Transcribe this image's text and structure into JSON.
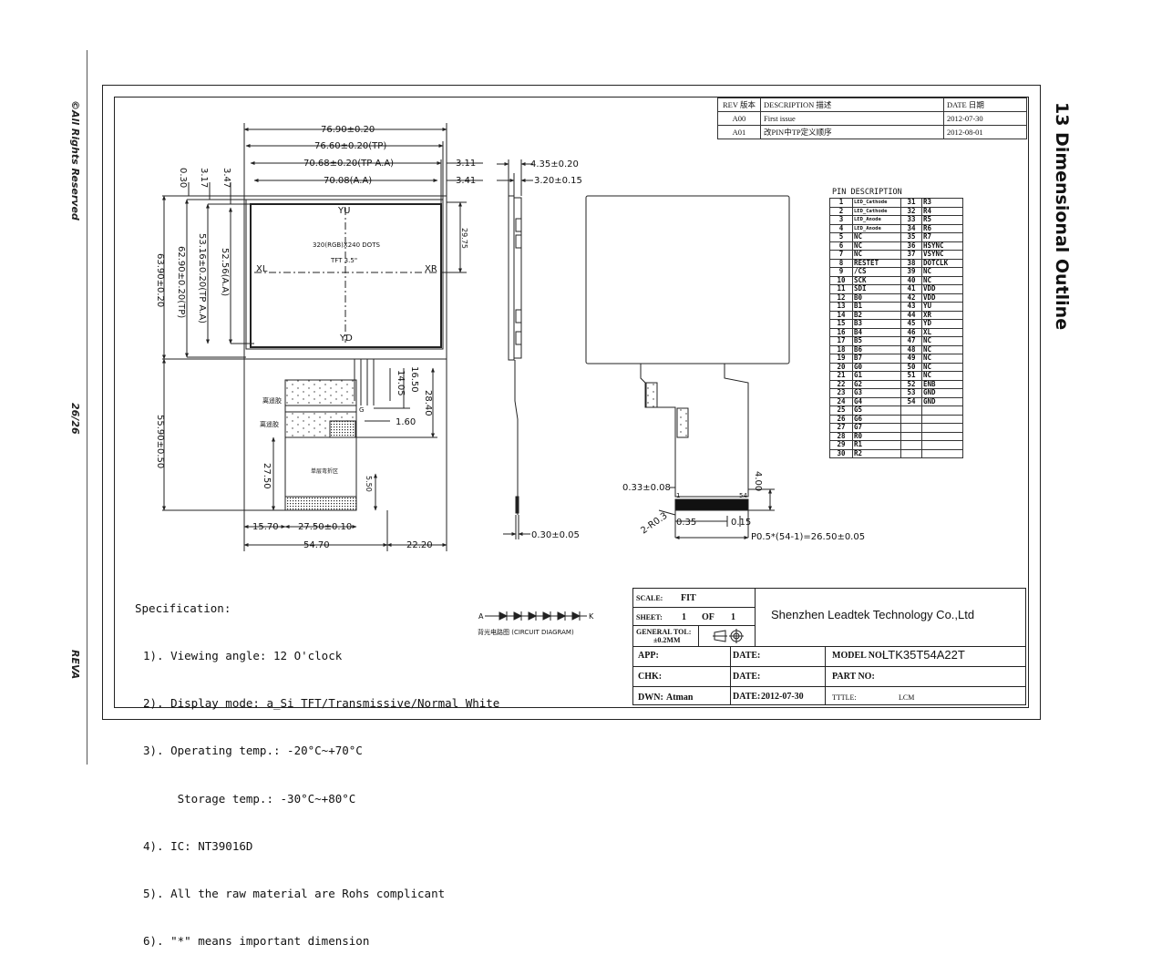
{
  "sidebar": {
    "rights": "©All Rights Reserved",
    "page": "26/26",
    "revision": "REVA"
  },
  "section_title": "13 Dimensional Outline",
  "revision_table": {
    "headers": [
      "REV 版本",
      "DESCRIPTION 描述",
      "DATE 日期"
    ],
    "rows": [
      [
        "A00",
        "First issue",
        "2012-07-30"
      ],
      [
        "A01",
        "改PIN中TP定义顺序",
        "2012-08-01"
      ]
    ]
  },
  "front_view": {
    "dims": {
      "outer_w": "76.90±0.20",
      "tp_w": "76.60±0.20(TP)",
      "tp_aa_w": "70.68±0.20(TP A.A)",
      "aa_w": "70.08(A.A)",
      "r1": "3.11",
      "r2": "3.41",
      "top_030": "0.30",
      "top_317": "3.17",
      "top_347": "3.47",
      "outer_h": "63.90±0.20",
      "tp_h": "62.90±0.20(TP)",
      "tp_aa_h": "53.16±0.20(TP A.A)",
      "aa_h": "52.56(A.A)",
      "right_h": "29.75",
      "fpc_h": "55.90±0.50",
      "f1": "16.50",
      "f2": "14.05",
      "f3": "28.40",
      "f4": "1.60",
      "f5": "27.50",
      "f6": "5.50",
      "b1": "15.70",
      "b2": "27.50±0.10",
      "b3": "54.70",
      "b4": "22.20"
    },
    "labels": {
      "yu": "YU",
      "yd": "YD",
      "xl": "XL",
      "xr": "XR",
      "dots": "320(RGB)X240 DOTS",
      "tft": "TFT 3.5\"",
      "tape1": "离遥胶",
      "tape2": "离遥胶",
      "fold": "单层弯折区",
      "g": "G"
    }
  },
  "side_view": {
    "d1": "4.35±0.20",
    "d2": "3.20±0.15",
    "d3": "0.30±0.05"
  },
  "back_view": {
    "d1": "0.33±0.08",
    "d2": "4.00",
    "d3": "0.35",
    "d4": "0.15",
    "d5": "P0.5*(54-1)=26.50±0.05",
    "r": "2-R0.3",
    "pin_first": "1",
    "pin_last": "54"
  },
  "pin_description": {
    "title": "PIN DESCRIPTION",
    "rows": [
      [
        "1",
        "LED_Cathode",
        "31",
        "R3"
      ],
      [
        "2",
        "LED_Cathode",
        "32",
        "R4"
      ],
      [
        "3",
        "LED_Anode",
        "33",
        "R5"
      ],
      [
        "4",
        "LED_Anode",
        "34",
        "R6"
      ],
      [
        "5",
        "NC",
        "35",
        "R7"
      ],
      [
        "6",
        "NC",
        "36",
        "HSYNC"
      ],
      [
        "7",
        "NC",
        "37",
        "VSYNC"
      ],
      [
        "8",
        "RESTET",
        "38",
        "DOTCLK"
      ],
      [
        "9",
        "/CS",
        "39",
        "NC"
      ],
      [
        "10",
        "SCK",
        "40",
        "NC"
      ],
      [
        "11",
        "SDI",
        "41",
        "VDD"
      ],
      [
        "12",
        "B0",
        "42",
        "VDD"
      ],
      [
        "13",
        "B1",
        "43",
        "YU"
      ],
      [
        "14",
        "B2",
        "44",
        "XR"
      ],
      [
        "15",
        "B3",
        "45",
        "YD"
      ],
      [
        "16",
        "B4",
        "46",
        "XL"
      ],
      [
        "17",
        "B5",
        "47",
        "NC"
      ],
      [
        "18",
        "B6",
        "48",
        "NC"
      ],
      [
        "19",
        "B7",
        "49",
        "NC"
      ],
      [
        "20",
        "G0",
        "50",
        "NC"
      ],
      [
        "21",
        "G1",
        "51",
        "NC"
      ],
      [
        "22",
        "G2",
        "52",
        "ENB"
      ],
      [
        "23",
        "G3",
        "53",
        "GND"
      ],
      [
        "24",
        "G4",
        "54",
        "GND"
      ],
      [
        "25",
        "G5",
        "",
        ""
      ],
      [
        "26",
        "G6",
        "",
        ""
      ],
      [
        "27",
        "G7",
        "",
        ""
      ],
      [
        "28",
        "R0",
        "",
        ""
      ],
      [
        "29",
        "R1",
        "",
        ""
      ],
      [
        "30",
        "R2",
        "",
        ""
      ]
    ]
  },
  "specification": {
    "title": "Specification:",
    "lines": [
      "1). Viewing angle: 12 O'clock",
      "2). Display mode: a_Si TFT/Transmissive/Normal White",
      "3). Operating temp.: -20°C~+70°C",
      "     Storage temp.: -30°C~+80°C",
      "4). IC: NT39016D",
      "5). All the raw material are Rohs complicant",
      "6). \"*\" means important dimension"
    ]
  },
  "circuit": {
    "a": "A",
    "k": "K",
    "caption": "背光电路图 (CIRCUIT DIAGRAM)"
  },
  "title_block": {
    "scale_label": "SCALE:",
    "scale_value": "FIT",
    "sheet_label": "SHEET:",
    "sheet_value": "1",
    "of_label": "OF",
    "of_value": "1",
    "tol_label": "GENERAL TOL:",
    "tol_value": "±0.2MM",
    "company": "Shenzhen Leadtek Technology Co.,Ltd",
    "app_label": "APP:",
    "chk_label": "CHK:",
    "dwn_label": "DWN:",
    "dwn_value": "Atman",
    "date_label1": "DATE:",
    "date_label2": "DATE:",
    "date_label3": "DATE:",
    "date_value": "2012-07-30",
    "model_label": "MODEL NO:",
    "model_value": "LTK35T54A22T",
    "part_label": "PART NO:",
    "title_label": "TTTLE:",
    "title_value": "LCM"
  }
}
